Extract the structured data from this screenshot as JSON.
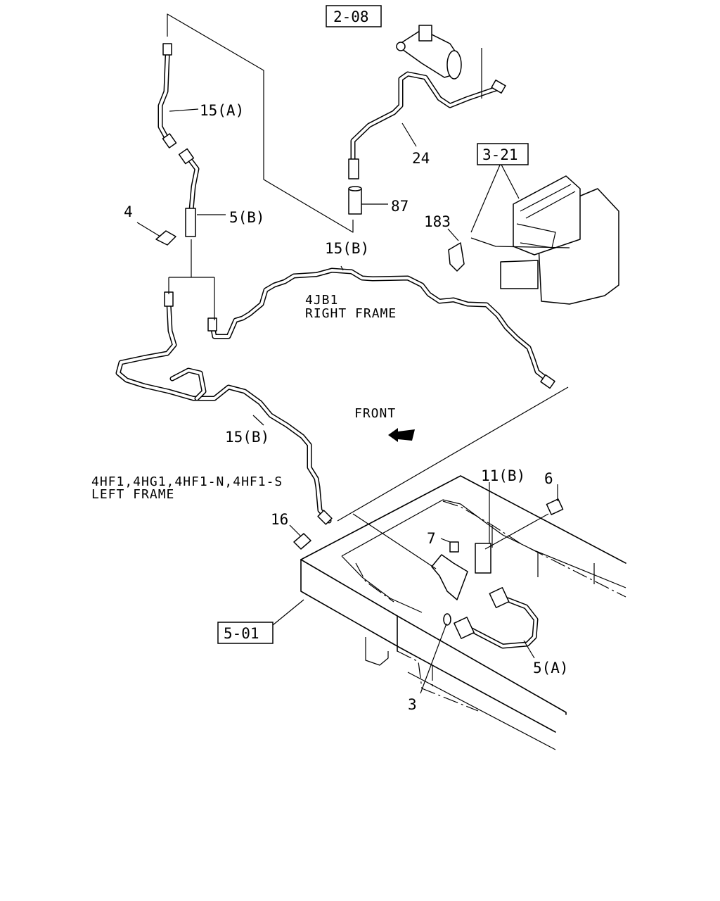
{
  "refs": {
    "ref_2_08": "2-08",
    "ref_3_21": "3-21",
    "ref_5_01": "5-01"
  },
  "labels": {
    "pipe_15a": "15(A)",
    "hose_5b": "5(B)",
    "clip_4": "4",
    "pipe_24": "24",
    "part_87": "87",
    "part_183": "183",
    "pipe_15b_top": "15(B)",
    "pipe_15b_bottom": "15(B)",
    "clip_16": "16",
    "bracket_11b": "11(B)",
    "bolt_6": "6",
    "nut_7": "7",
    "washer_3": "3",
    "hose_5a": "5(A)"
  },
  "notes": {
    "right_frame_engine": "4JB1",
    "right_frame": "RIGHT FRAME",
    "left_frame_engines": "4HF1,4HG1,4HF1-N,4HF1-S",
    "left_frame": "LEFT FRAME",
    "front": "FRONT"
  }
}
